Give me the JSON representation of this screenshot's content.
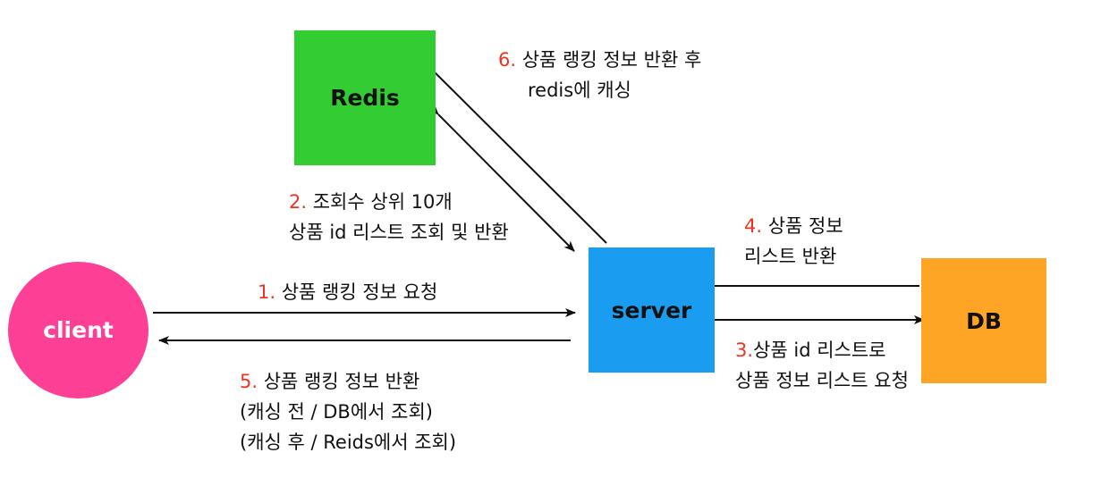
{
  "nodes": {
    "redis": "Redis",
    "server": "server",
    "db": "DB",
    "client": "client"
  },
  "steps": {
    "s1": {
      "num": "1.",
      "lines": [
        "상품 랭킹 정보 요청"
      ]
    },
    "s2": {
      "num": "2.",
      "lines": [
        "조회수 상위 10개",
        "상품 id 리스트 조회 및 반환"
      ]
    },
    "s3": {
      "num": "3.",
      "lines": [
        "상품 id 리스트로",
        "상품 정보 리스트 요청"
      ]
    },
    "s4": {
      "num": "4.",
      "lines": [
        "상품 정보",
        "리스트 반환"
      ]
    },
    "s5": {
      "num": "5.",
      "lines": [
        "상품 랭킹 정보 반환",
        "(캐싱 전 / DB에서 조회)",
        "(캐싱 후 / Reids에서 조회)"
      ]
    },
    "s6": {
      "num": "6.",
      "lines": [
        "상품 랭킹 정보 반환 후",
        "redis에 캐싱"
      ]
    }
  },
  "colors": {
    "redis": "#33cc33",
    "server": "#1a9cf0",
    "db": "#ffa526",
    "client": "#fd3f95",
    "step_number": "#ee3322"
  }
}
